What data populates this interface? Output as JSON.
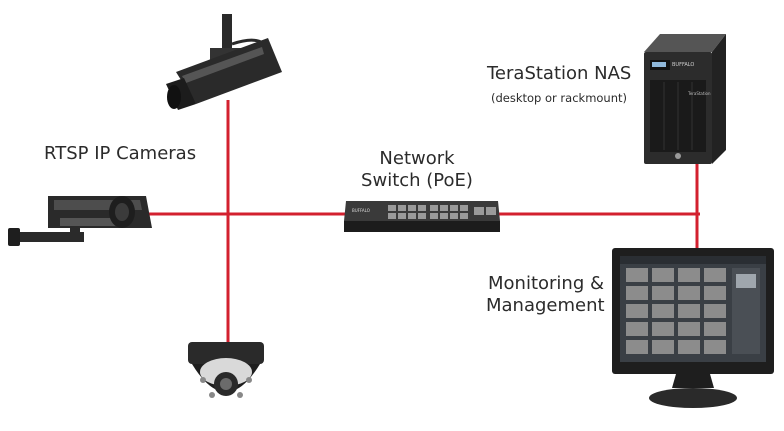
{
  "colors": {
    "link": "#d3202f",
    "device_dark": "#2a2a2a",
    "device_mid": "#4a4a4a",
    "screen_bg": "#3a3f45",
    "text": "#2b2b2b"
  },
  "labels": {
    "cameras": "RTSP IP Cameras",
    "switch_line1": "Network",
    "switch_line2": "Switch (PoE)",
    "nas_title": "TeraStation NAS",
    "nas_subtitle": "(desktop or rackmount)",
    "monitor_line1": "Monitoring &",
    "monitor_line2": "Management"
  },
  "brand_marks": {
    "switch": "BUFFALO",
    "nas": "BUFFALO",
    "nas_model": "TeraStation"
  },
  "icons": [
    "bullet-camera-top-icon",
    "bullet-camera-left-icon",
    "dome-camera-icon",
    "network-switch-icon",
    "nas-icon",
    "monitor-icon"
  ]
}
